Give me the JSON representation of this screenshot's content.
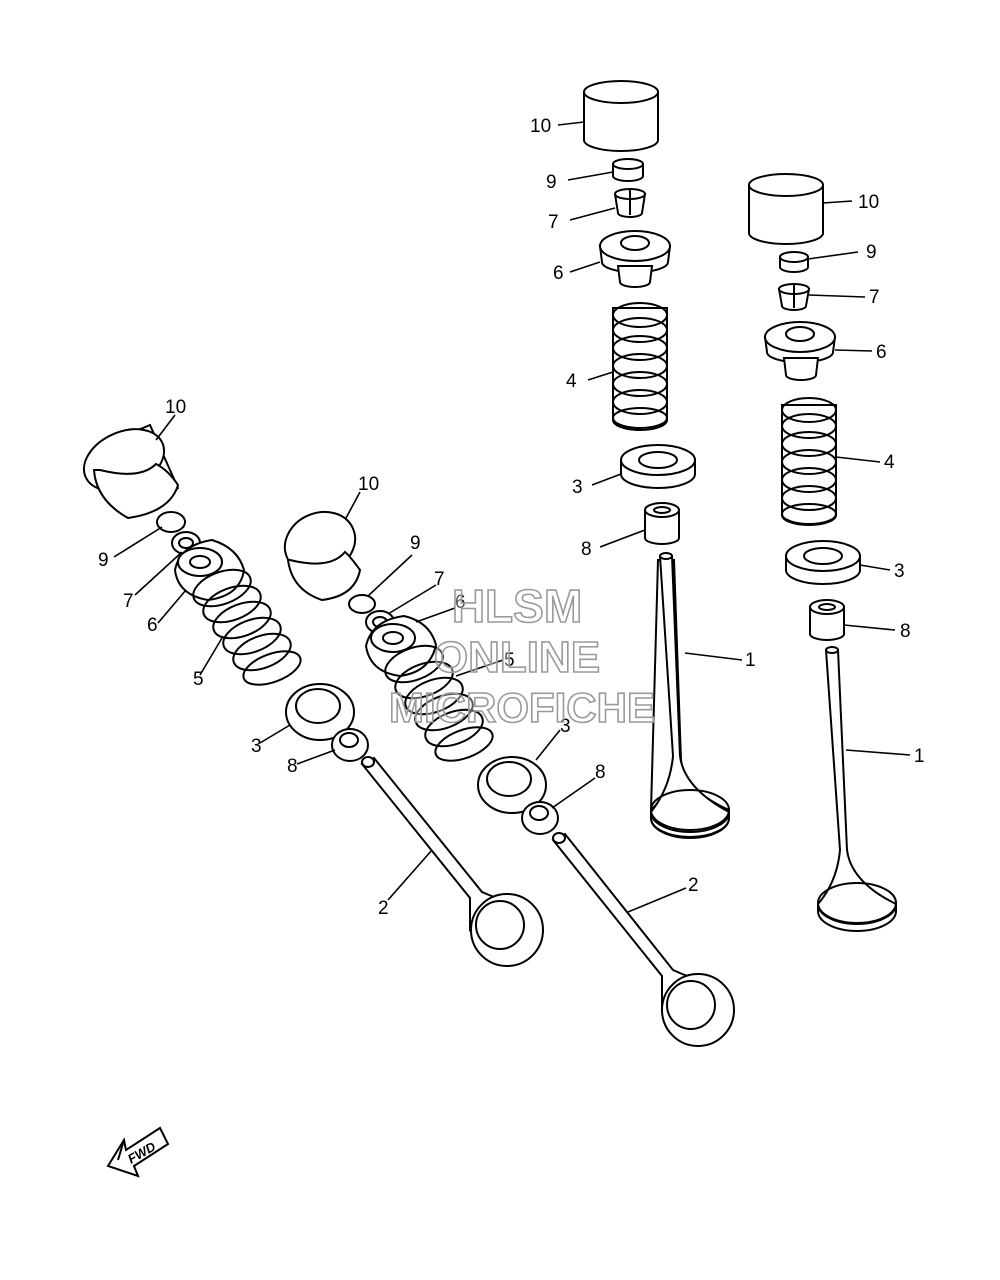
{
  "callouts": {
    "a": {
      "l1": "1",
      "l3": "3",
      "l4": "4",
      "l6": "6",
      "l7": "7",
      "l8": "8",
      "l9": "9",
      "l10": "10"
    },
    "b": {
      "l1": "1",
      "l3": "3",
      "l4": "4",
      "l6": "6",
      "l7": "7",
      "l8": "8",
      "l9": "9",
      "l10": "10"
    },
    "c": {
      "l2": "2",
      "l3": "3",
      "l5": "5",
      "l6": "6",
      "l7": "7",
      "l8": "8",
      "l9": "9",
      "l10": "10"
    },
    "d": {
      "l2": "2",
      "l3": "3",
      "l5": "5",
      "l6": "6",
      "l7": "7",
      "l8": "8",
      "l9": "9",
      "l10": "10"
    }
  },
  "watermark": {
    "line1": "HLSM",
    "line2": "ONLINE",
    "line3": "MICROFICHE"
  },
  "fwd_label": "FWD"
}
